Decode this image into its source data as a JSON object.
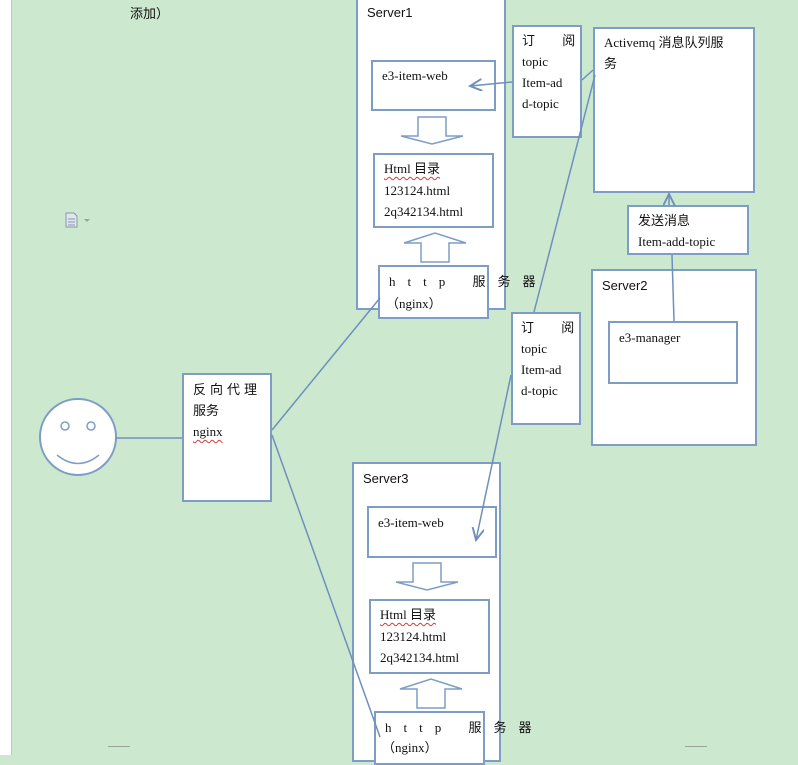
{
  "header_fragment": "添加）",
  "smiley": {
    "icon": "smiley-face-icon"
  },
  "proxy": {
    "line1": "反向代理",
    "line2": "服务",
    "line3": "nginx"
  },
  "server1": {
    "title": "Server1",
    "item_web": "e3-item-web",
    "html_dir": {
      "title": "Html 目录",
      "file1": "123124.html",
      "file2": "2q342134.html"
    },
    "http": {
      "line1": "http 服务器",
      "line2": "（nginx）"
    }
  },
  "subscribe_top": {
    "line1": "订 阅",
    "line2": "topic",
    "line3": "Item-ad",
    "line4": "d-topic"
  },
  "subscribe_mid": {
    "line1": "订 阅",
    "line2": "topic",
    "line3": "Item-ad",
    "line4": "d-topic"
  },
  "activemq": {
    "line1": "Activemq 消息队列服",
    "line2": "务"
  },
  "send_msg": {
    "line1": "发送消息",
    "line2": "Item-add-topic"
  },
  "server2": {
    "title": "Server2",
    "manager": "e3-manager"
  },
  "server3": {
    "title": "Server3",
    "item_web": "e3-item-web",
    "html_dir": {
      "title": "Html 目录",
      "file1": "123124.html",
      "file2": "2q342134.html"
    },
    "http": {
      "line1": "http 服务器",
      "line2": "（nginx）"
    }
  },
  "colors": {
    "background": "#cce8cf",
    "box_border": "#7d9dc6",
    "arrow": "#6f8fbd"
  }
}
